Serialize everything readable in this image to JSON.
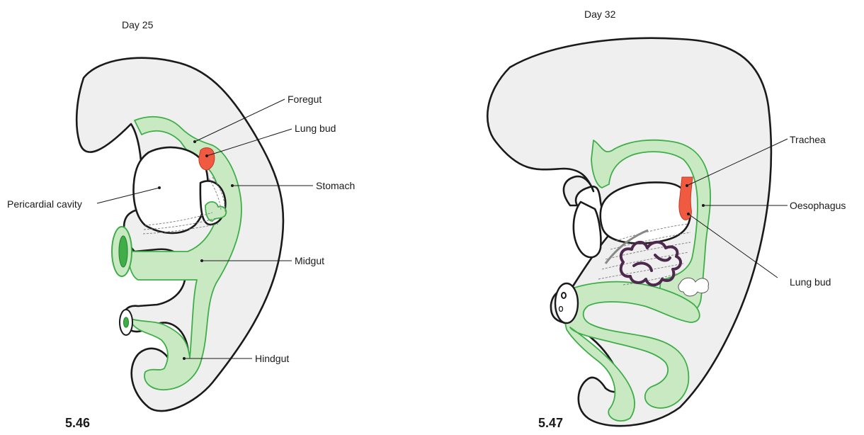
{
  "figures": [
    {
      "number": "5.46",
      "day": "Day 25",
      "labels": {
        "foregut": "Foregut",
        "lung_bud": "Lung bud",
        "pericardial_cavity": "Pericardial cavity",
        "stomach": "Stomach",
        "midgut": "Midgut",
        "hindgut": "Hindgut"
      }
    },
    {
      "number": "5.47",
      "day": "Day 32",
      "labels": {
        "trachea": "Trachea",
        "oesophagus": "Oesophagus",
        "lung_bud": "Lung bud"
      }
    }
  ],
  "colors": {
    "embryo_fill": "#efefef",
    "gut_fill": "#c9e9c3",
    "gut_stroke": "#3fae49",
    "respiratory": "#ef5a41",
    "mesentery_coil": "#4d2a4d"
  }
}
